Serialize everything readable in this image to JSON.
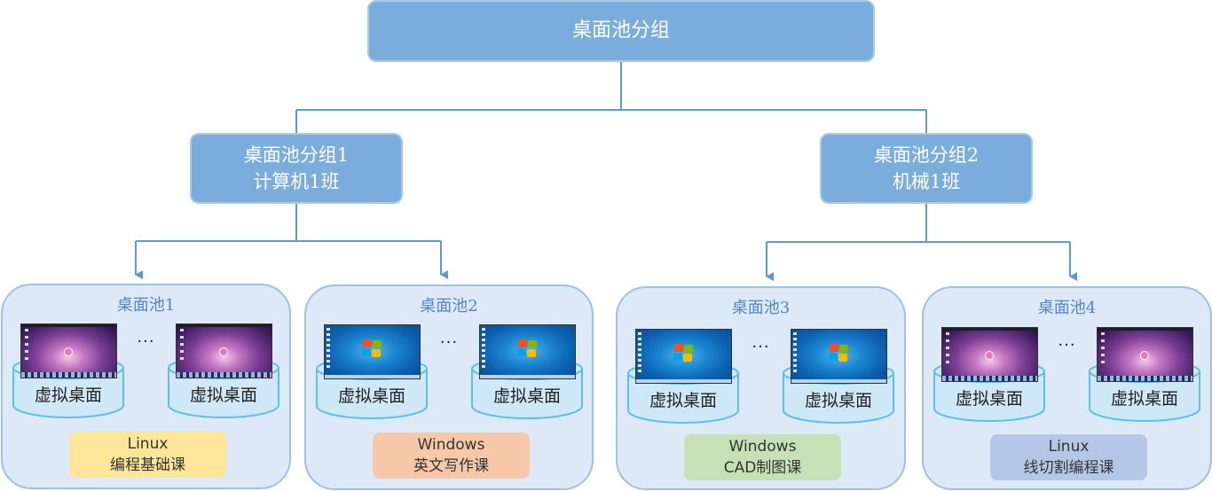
{
  "diagram": {
    "root": {
      "label": "桌面池分组"
    },
    "groups": [
      {
        "line1": "桌面池分组1",
        "line2": "计算机1班"
      },
      {
        "line1": "桌面池分组2",
        "line2": "机械1班"
      }
    ],
    "pools": [
      {
        "title": "桌面池1",
        "os": "linux",
        "ellipsis": "···",
        "desktops": [
          {
            "label": "虚拟桌面"
          },
          {
            "label": "虚拟桌面"
          }
        ],
        "tag": {
          "os_label": "Linux",
          "course": "编程基础课",
          "color": "#fde59a"
        }
      },
      {
        "title": "桌面池2",
        "os": "windows",
        "ellipsis": "···",
        "desktops": [
          {
            "label": "虚拟桌面"
          },
          {
            "label": "虚拟桌面"
          }
        ],
        "tag": {
          "os_label": "Windows",
          "course": "英文写作课",
          "color": "#f7c8a8"
        }
      },
      {
        "title": "桌面池3",
        "os": "windows",
        "ellipsis": "···",
        "desktops": [
          {
            "label": "虚拟桌面"
          },
          {
            "label": "虚拟桌面"
          }
        ],
        "tag": {
          "os_label": "Windows",
          "course": "CAD制图课",
          "color": "#c7e0b5"
        }
      },
      {
        "title": "桌面池4",
        "os": "linux",
        "ellipsis": "···",
        "desktops": [
          {
            "label": "虚拟桌面"
          },
          {
            "label": "虚拟桌面"
          }
        ],
        "tag": {
          "os_label": "Linux",
          "course": "线切割编程课",
          "color": "#b4c7e7"
        }
      }
    ],
    "colors": {
      "node_fill": "#7aaddc",
      "connector": "#5b9bd5",
      "pool_fill": "#dde9f6",
      "cylinder_fill": "#cfe8f7",
      "cylinder_stroke": "#5cc0ea"
    }
  }
}
